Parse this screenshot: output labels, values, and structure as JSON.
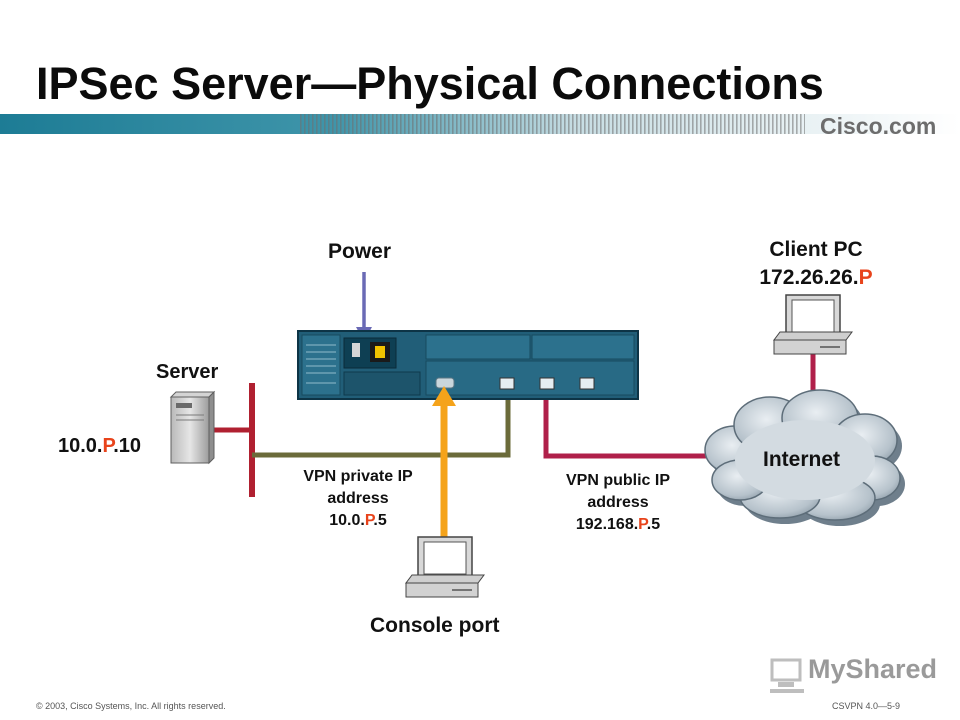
{
  "slide": {
    "title": "IPSec Server—Physical Connections",
    "logo": "Cisco.com",
    "footer_left": "© 2003, Cisco Systems, Inc. All rights reserved.",
    "footer_right": "CSVPN 4.0—5-9",
    "watermark": "MyShared"
  },
  "diagram": {
    "power_label": "Power",
    "server_label": "Server",
    "server_ip": {
      "prefix": "10.0.",
      "highlight": "P",
      "suffix": ".10"
    },
    "client_label": "Client PC",
    "client_ip": {
      "prefix": "172.26.26.",
      "highlight": "P",
      "suffix": ""
    },
    "internet_label": "Internet",
    "private_line1": "VPN private IP",
    "private_line2": "address",
    "private_ip": {
      "prefix": "10.0.",
      "highlight": "P",
      "suffix": ".5"
    },
    "public_line1": "VPN public IP",
    "public_line2": "address",
    "public_ip": {
      "prefix": "192.168.",
      "highlight": "P",
      "suffix": ".5"
    },
    "console_label": "Console port"
  },
  "colors": {
    "private_link": "#6b6b3a",
    "public_link": "#b0204a",
    "console_link": "#f5a31a",
    "power_link": "#6a6ab5",
    "lan_bar": "#b02030",
    "highlight_text": "#e8431b",
    "chassis": "#215e78"
  }
}
